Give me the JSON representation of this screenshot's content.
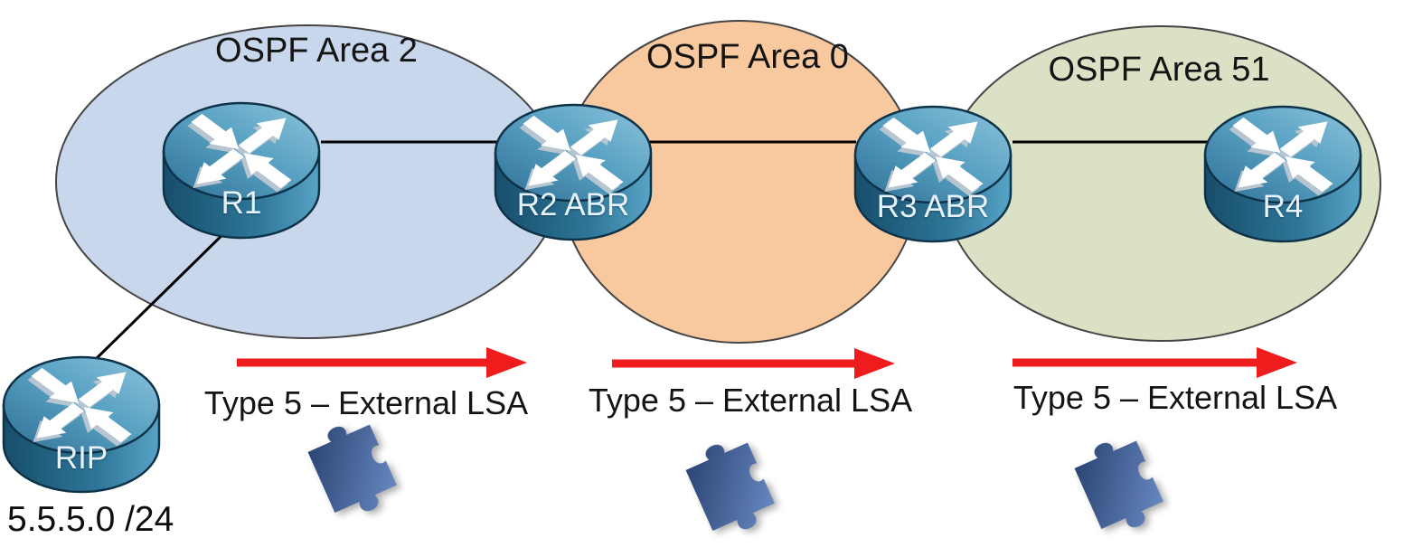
{
  "areas": [
    {
      "label": "OSPF Area 2",
      "fill": "#c9d7ec"
    },
    {
      "label": "OSPF Area 0",
      "fill": "#f8c89f"
    },
    {
      "label": "OSPF Area 51",
      "fill": "#dae1c5"
    }
  ],
  "routers": [
    {
      "label": "R1"
    },
    {
      "label": "R2 ABR"
    },
    {
      "label": "R3 ABR"
    },
    {
      "label": "R4"
    },
    {
      "label": "RIP"
    }
  ],
  "links": [
    {
      "from": "RIP",
      "to": "R1"
    },
    {
      "from": "R1",
      "to": "R2 ABR"
    },
    {
      "from": "R2 ABR",
      "to": "R3 ABR"
    },
    {
      "from": "R3 ABR",
      "to": "R4"
    }
  ],
  "flows": [
    {
      "label": "Type 5 – External LSA"
    },
    {
      "label": "Type 5 – External LSA"
    },
    {
      "label": "Type 5 – External LSA"
    }
  ],
  "external_network": {
    "label": "5.5.5.0 /24"
  },
  "colors": {
    "arrow_red": "#ee1c1c",
    "router_blue": "#3c85ab",
    "puzzle_blue": "#44639f",
    "area_outline": "#454545"
  }
}
